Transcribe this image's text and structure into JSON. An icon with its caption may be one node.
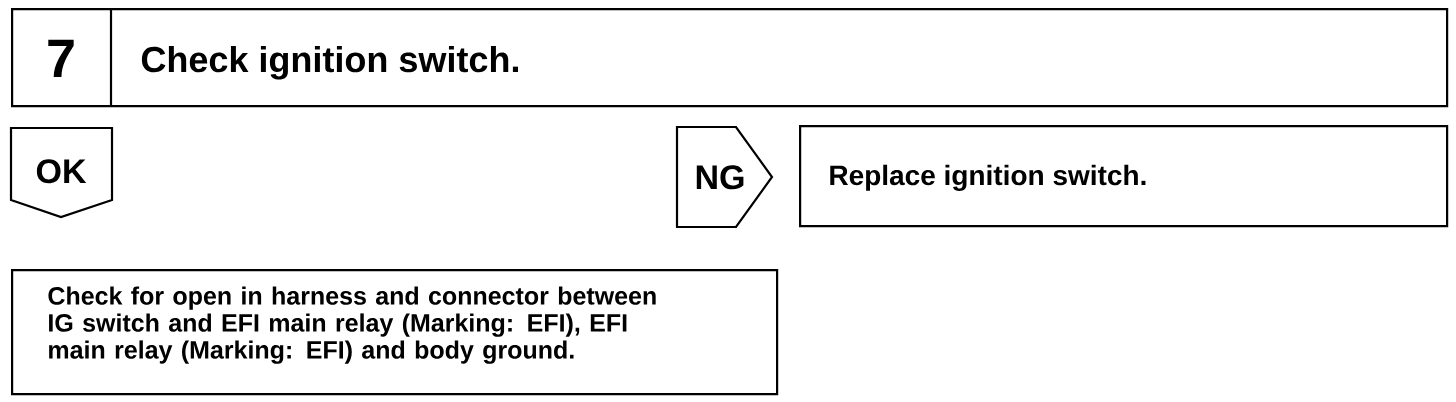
{
  "diagram": {
    "nodes": [
      {
        "text": [
          "7",
          "Check ignition switch."
        ]
      },
      {
        "text": [
          "OK"
        ]
      },
      {
        "text": [
          "NG"
        ]
      },
      {
        "text": [
          "Replace ignition switch."
        ]
      },
      {
        "text": [
          "Check for open in harness and connector between IG switch and EFI main relay (Marking: EFI), EFI main relay (Marking: EFI) and body ground."
        ]
      }
    ]
  }
}
